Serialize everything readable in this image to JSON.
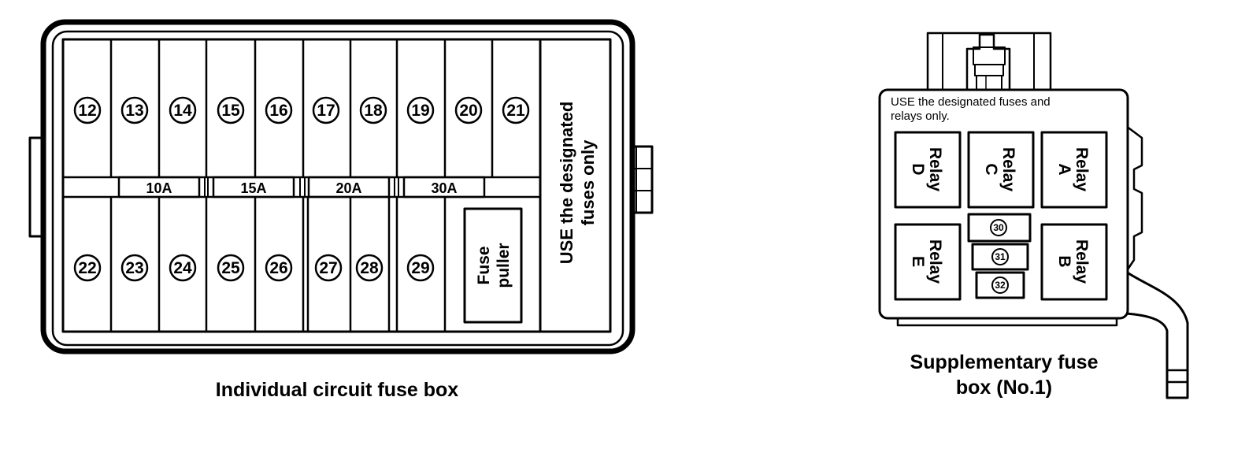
{
  "individual_box": {
    "caption": "Individual circuit fuse box",
    "top_fuses": [
      "12",
      "13",
      "14",
      "15",
      "16",
      "17",
      "18",
      "19",
      "20",
      "21"
    ],
    "bottom_fuses": [
      "22",
      "23",
      "24",
      "25",
      "26",
      "27",
      "28",
      "29"
    ],
    "amperage_labels": [
      "10A",
      "15A",
      "20A",
      "30A"
    ],
    "fuse_puller_line1": "Fuse",
    "fuse_puller_line2": "puller",
    "note_line1": "USE the designated",
    "note_line2": "fuses only"
  },
  "supplementary_box": {
    "caption_line1": "Supplementary fuse",
    "caption_line2": "box (No.1)",
    "note_line1": "USE the designated fuses and",
    "note_line2": "relays only.",
    "relays": [
      {
        "line1": "Relay",
        "line2": "D"
      },
      {
        "line1": "Relay",
        "line2": "C"
      },
      {
        "line1": "Relay",
        "line2": "A"
      },
      {
        "line1": "Relay",
        "line2": "E"
      },
      {
        "line1": "Relay",
        "line2": "B"
      }
    ],
    "fuses": [
      "30",
      "31",
      "32"
    ]
  },
  "colors": {
    "stroke": "#000000",
    "fill": "#ffffff"
  }
}
